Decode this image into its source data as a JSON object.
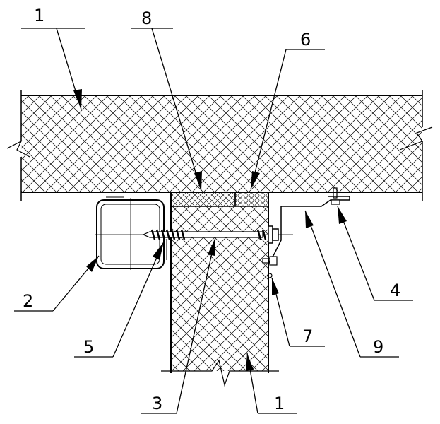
{
  "labels": {
    "top_panel": "1",
    "strip_8": "8",
    "strip_6": "6",
    "tube": "2",
    "washer": "5",
    "screw": "3",
    "bottom_panel": "1",
    "bolt": "7",
    "bracket": "9",
    "fastener": "4"
  },
  "colors": {
    "line": "#000000",
    "background": "#ffffff"
  }
}
